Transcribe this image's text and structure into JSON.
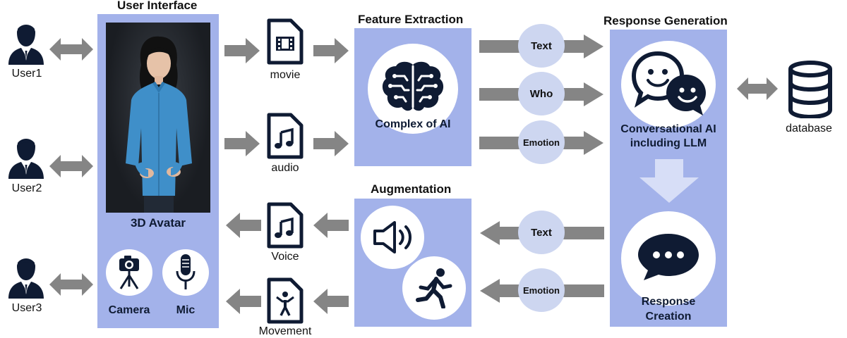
{
  "users": [
    "User1",
    "User2",
    "User3"
  ],
  "panels": {
    "user_interface": {
      "title": "User Interface",
      "avatar_label": "3D Avatar",
      "camera_label": "Camera",
      "mic_label": "Mic"
    },
    "feature_extraction": {
      "title": "Feature Extraction",
      "center_label": "Complex of AI"
    },
    "augmentation": {
      "title": "Augmentation"
    },
    "response_generation": {
      "title": "Response Generation",
      "top_label": "Conversational AI including LLM",
      "top_label_line1": "Conversational AI",
      "top_label_line2": "including LLM",
      "bottom_label_line1": "Response",
      "bottom_label_line2": "Creation"
    }
  },
  "inputs": [
    "movie",
    "audio"
  ],
  "outputs": [
    "Voice",
    "Movement"
  ],
  "forward_pills": [
    "Text",
    "Who",
    "Emotion"
  ],
  "backward_pills": [
    "Text",
    "Emotion"
  ],
  "database_label": "database",
  "colors": {
    "panel": "#a3b2ea",
    "arrow": "#858585",
    "icon": "#0f1b33",
    "pill": "#cdd6f0",
    "down_arrow": "#d7def7"
  }
}
